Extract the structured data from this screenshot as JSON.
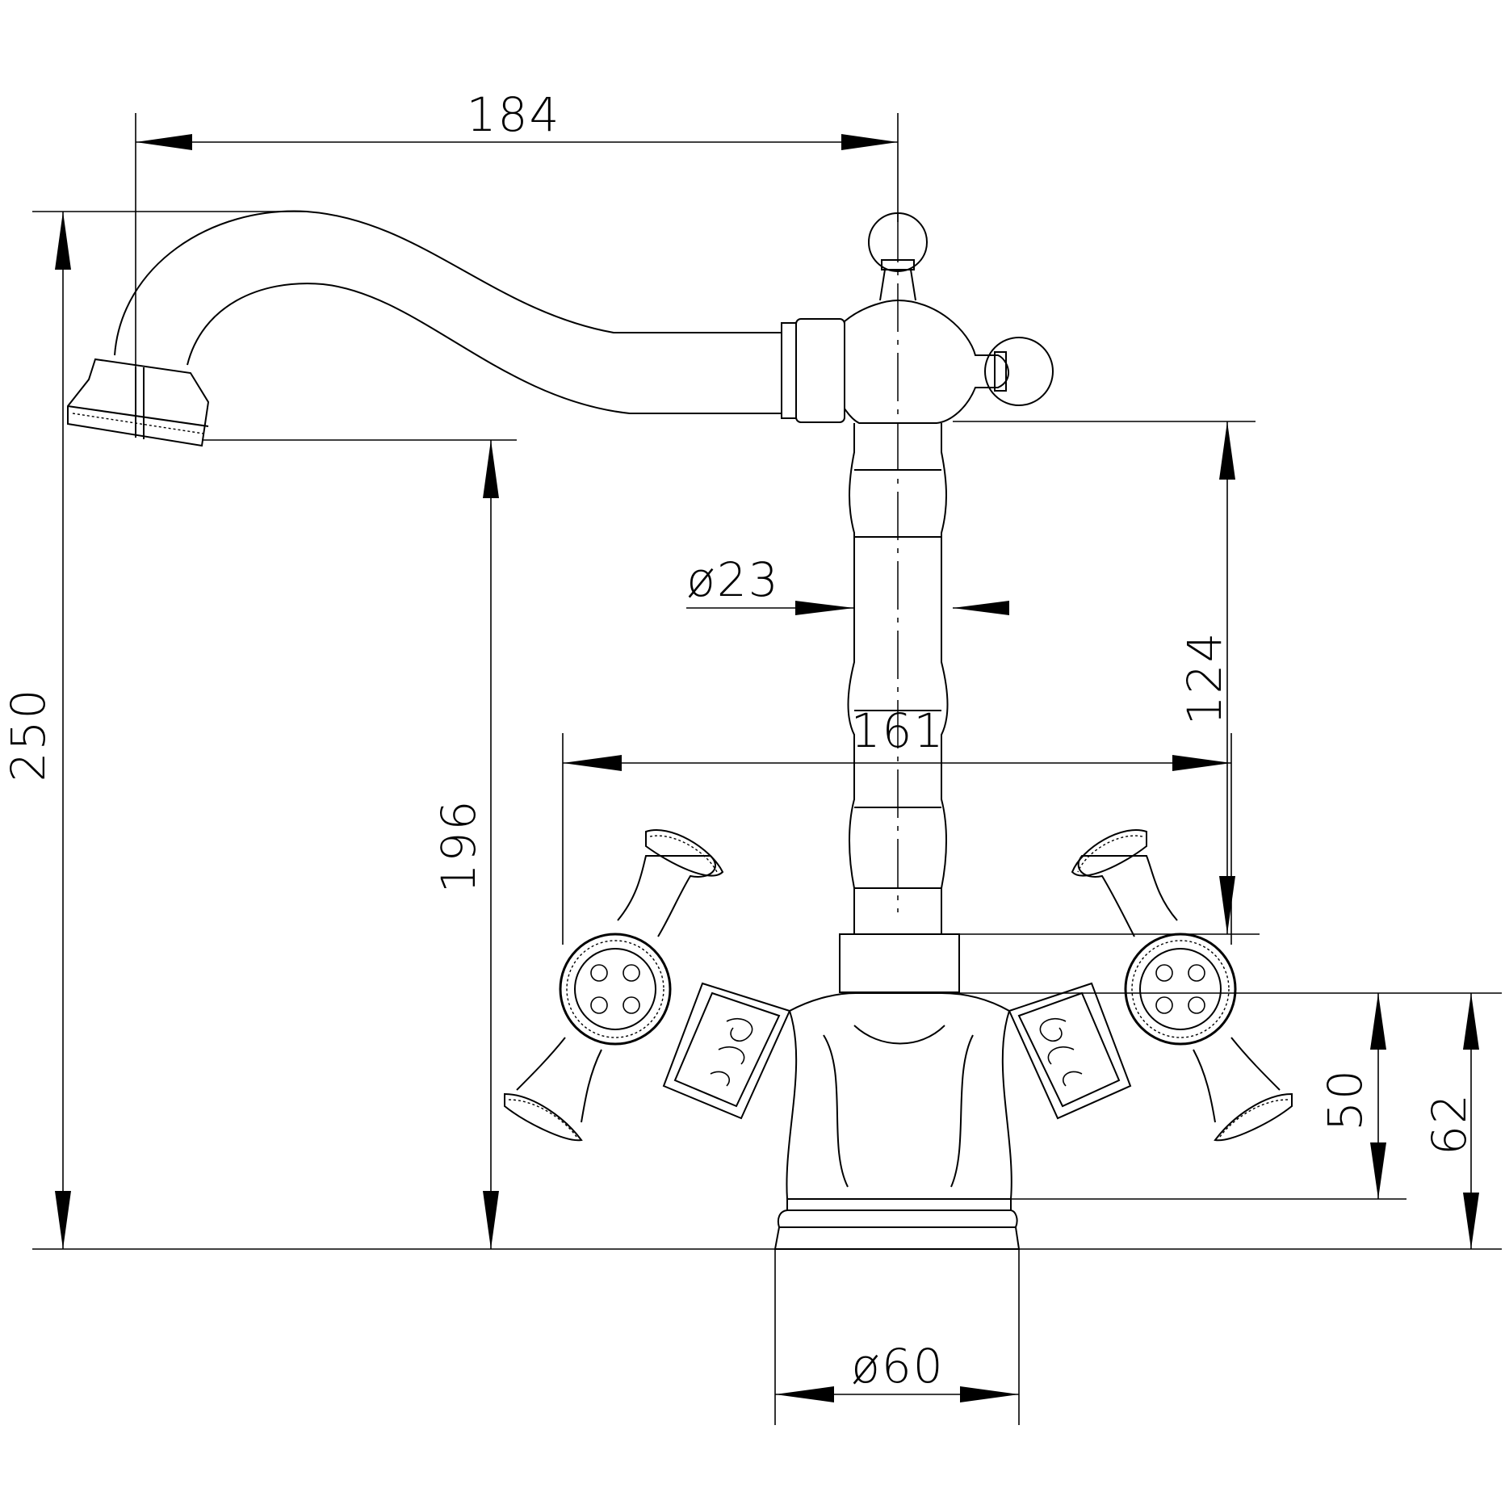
{
  "dimensions": {
    "spout_reach": "184",
    "total_height": "250",
    "spout_outlet_height": "196",
    "body_diameter": "ø23",
    "body_height": "124",
    "handle_span": "161",
    "handle_axis_height": "50",
    "body_base_height": "62",
    "base_diameter": "ø60"
  }
}
